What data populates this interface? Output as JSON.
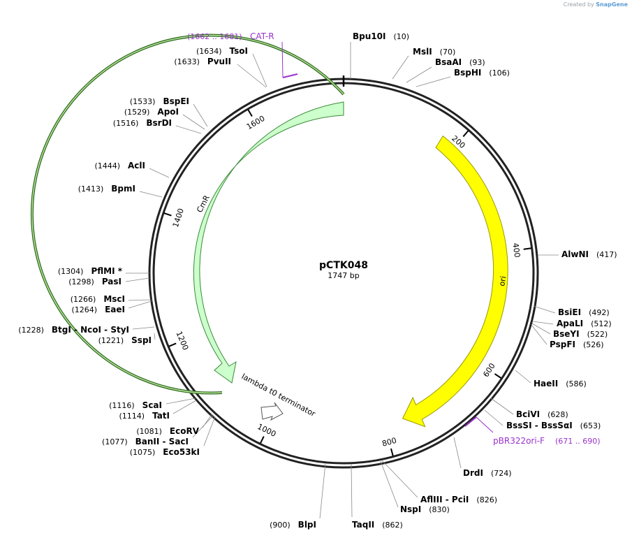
{
  "credit": {
    "prefix": "Created by",
    "brand": "SnapGene"
  },
  "plasmid": {
    "name": "pCTK048",
    "size_label": "1747 bp",
    "length": 1747
  },
  "colors": {
    "cmr_fill": "#ccffcc",
    "cmr_stroke": "#3a8a3a",
    "ori_fill": "#ffff00",
    "ori_stroke": "#999900",
    "primer": "#9932cc"
  },
  "ticks": [
    "200",
    "400",
    "600",
    "800",
    "1000",
    "1200",
    "1400",
    "1600"
  ],
  "features": [
    {
      "id": "cmr",
      "label": "CmR",
      "type": "arrow",
      "direction": "ccw"
    },
    {
      "id": "ori",
      "label": "ori",
      "type": "arrow",
      "direction": "cw"
    },
    {
      "id": "term",
      "label": "lambda t0 terminator",
      "type": "terminator"
    }
  ],
  "primers": [
    {
      "name": "CAT-R",
      "range": "(1662 .. 1681)"
    },
    {
      "name": "pBR322ori-F",
      "range": "(671 .. 690)"
    }
  ],
  "sites": [
    {
      "name": "Bpu10I",
      "pos": "(10)"
    },
    {
      "name": "MslI",
      "pos": "(70)"
    },
    {
      "name": "BsaAI",
      "pos": "(93)"
    },
    {
      "name": "BspHI",
      "pos": "(106)"
    },
    {
      "name": "AlwNI",
      "pos": "(417)"
    },
    {
      "name": "BsiEI",
      "pos": "(492)"
    },
    {
      "name": "ApaLI",
      "pos": "(512)"
    },
    {
      "name": "BseYI",
      "pos": "(522)"
    },
    {
      "name": "PspFI",
      "pos": "(526)"
    },
    {
      "name": "HaeII",
      "pos": "(586)"
    },
    {
      "name": "BciVI",
      "pos": "(628)"
    },
    {
      "name": "BssSI - BssSαI",
      "pos": "(653)"
    },
    {
      "name": "DrdI",
      "pos": "(724)"
    },
    {
      "name": "AflIII - PciI",
      "pos": "(826)"
    },
    {
      "name": "NspI",
      "pos": "(830)"
    },
    {
      "name": "TaqII",
      "pos": "(862)"
    },
    {
      "name": "BlpI",
      "pos": "(900)"
    },
    {
      "name": "Eco53kI",
      "pos": "(1075)"
    },
    {
      "name": "BanII - SacI",
      "pos": "(1077)"
    },
    {
      "name": "EcoRV",
      "pos": "(1081)"
    },
    {
      "name": "TatI",
      "pos": "(1114)"
    },
    {
      "name": "ScaI",
      "pos": "(1116)"
    },
    {
      "name": "SspI",
      "pos": "(1221)"
    },
    {
      "name": "BtgI - NcoI - StyI",
      "pos": "(1228)"
    },
    {
      "name": "EaeI",
      "pos": "(1264)"
    },
    {
      "name": "MscI",
      "pos": "(1266)"
    },
    {
      "name": "PasI",
      "pos": "(1298)"
    },
    {
      "name": "PflMI *",
      "pos": "(1304)"
    },
    {
      "name": "BpmI",
      "pos": "(1413)"
    },
    {
      "name": "AclI",
      "pos": "(1444)"
    },
    {
      "name": "BsrDI",
      "pos": "(1516)"
    },
    {
      "name": "ApoI",
      "pos": "(1529)"
    },
    {
      "name": "BspEI",
      "pos": "(1533)"
    },
    {
      "name": "PvuII",
      "pos": "(1633)"
    },
    {
      "name": "TsoI",
      "pos": "(1634)"
    }
  ]
}
